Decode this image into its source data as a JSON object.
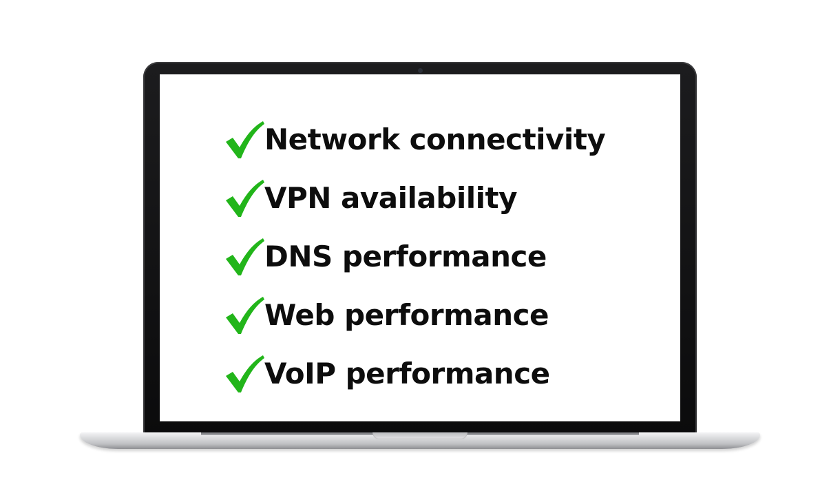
{
  "checklist": {
    "items": [
      {
        "label": "Network connectivity",
        "icon": "check-icon"
      },
      {
        "label": "VPN availability",
        "icon": "check-icon"
      },
      {
        "label": "DNS performance",
        "icon": "check-icon"
      },
      {
        "label": "Web performance",
        "icon": "check-icon"
      },
      {
        "label": "VoIP performance",
        "icon": "check-icon"
      }
    ]
  },
  "colors": {
    "check": "#22b51a",
    "text": "#0d0d0d",
    "bezel": "#111113"
  }
}
